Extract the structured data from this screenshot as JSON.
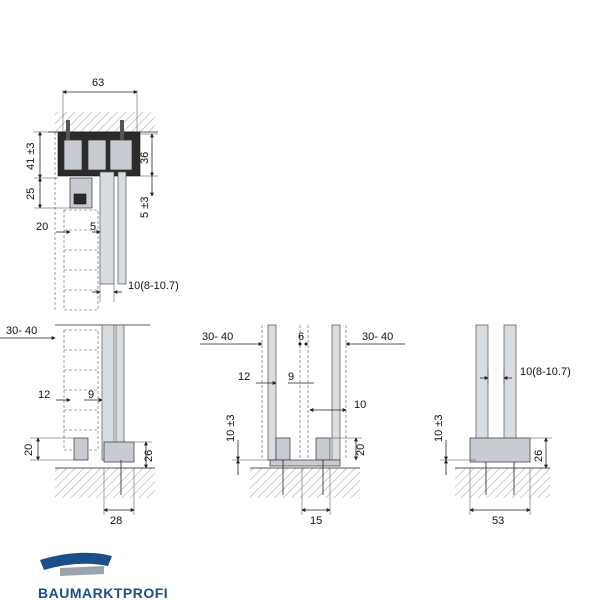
{
  "top_view": {
    "width": "63",
    "height_41": "41 ±3",
    "height_25": "25",
    "height_36": "36",
    "tol_5": "5 ±3",
    "offset_20": "20",
    "offset_5": "5",
    "glass_thickness": "10(8-10.7)"
  },
  "view_left": {
    "wall_gap": "30- 40",
    "offset_12": "12",
    "offset_9": "9",
    "height_20": "20",
    "height_26": "26",
    "width_28": "28"
  },
  "view_middle": {
    "wall_gap_left": "30- 40",
    "wall_gap_right": "30- 40",
    "offset_6": "6",
    "offset_12": "12",
    "offset_9": "9",
    "offset_10": "10",
    "tol_10": "10 ±3",
    "height_20": "20",
    "width_15": "15"
  },
  "view_right": {
    "glass_thickness": "10(8-10.7)",
    "tol_10": "10 ±3",
    "height_26": "26",
    "width_53": "53"
  },
  "logo": {
    "text": "BAUMARKTPROFI",
    "color": "#1a4f8a"
  }
}
